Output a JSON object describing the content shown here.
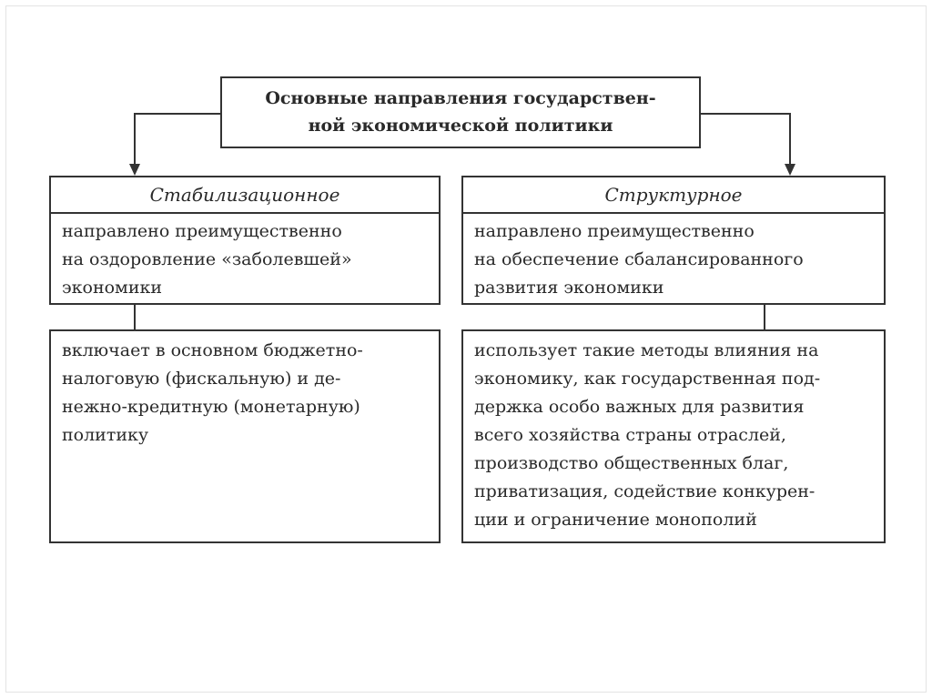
{
  "title": "Основные направления государствен-\nной  экономической политики",
  "left": {
    "header": "Стабилизационное",
    "description": "направлено преимущественно\nна оздоровление «заболевшей»\nэкономики",
    "methods": "включает в основном бюджетно-\nналоговую (фискальную) и де-\nнежно-кредитную (монетарную)\nполитику"
  },
  "right": {
    "header": "Структурное",
    "description": "направлено преимущественно\nна обеспечение сбалансированного\nразвития экономики",
    "methods": "использует такие методы влияния на\nэкономику, как государственная под-\nдержка особо важных для развития\nвсего хозяйства страны отраслей,\nпроизводство общественных благ,\nприватизация, содействие конкурен-\nции и ограничение монополий"
  }
}
